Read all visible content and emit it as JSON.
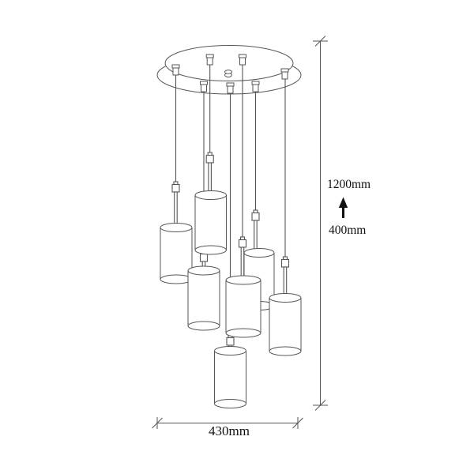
{
  "diagram": {
    "kind": "pendant-lamp-dimension-drawing",
    "pendant_count": 7,
    "canopy_shape": "round",
    "colors": {
      "background": "#ffffff",
      "line": "#565656",
      "text": "#111111"
    },
    "icons": {
      "height_adjust": "up-arrow"
    }
  },
  "dimensions": {
    "height": "1200mm",
    "adjustable_from": "400mm",
    "width": "430mm"
  }
}
